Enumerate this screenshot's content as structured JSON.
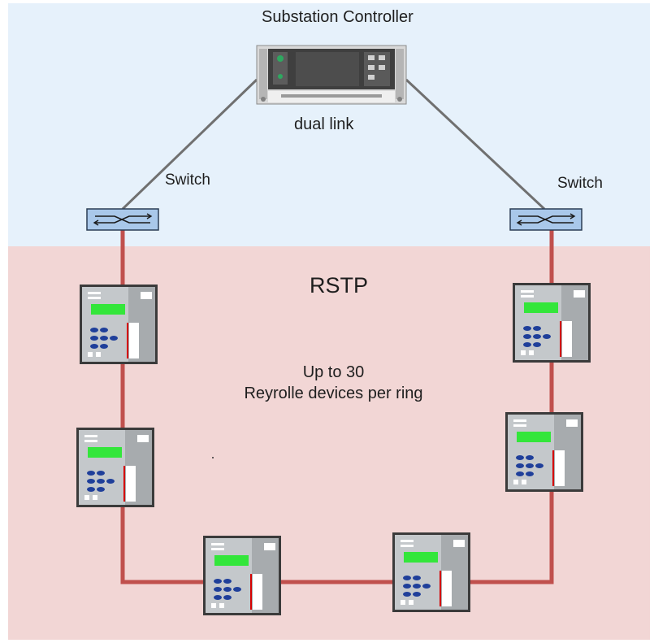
{
  "diagram": {
    "title": "Substation Controller",
    "controller_caption": "dual link",
    "switch_left_label": "Switch",
    "switch_right_label": "Switch",
    "ring_protocol": "RSTP",
    "ring_note_line1": "Up to 30",
    "ring_note_line2": "Reyrolle devices per ring"
  },
  "colors": {
    "controller_zone": "#e6f1fb",
    "ring_zone": "#f2d6d5",
    "ring_link": "#c0504d",
    "uplink": "#707070",
    "switch_fill": "#a9c8ea",
    "device_body": "#c4c8cb",
    "device_screen": "#33e63b",
    "device_buttons": "#1f3f9a"
  },
  "icons": {
    "controller": "rack-controller-icon",
    "switch": "network-switch-icon",
    "device": "protection-relay-icon"
  },
  "devices_in_ring": 6
}
